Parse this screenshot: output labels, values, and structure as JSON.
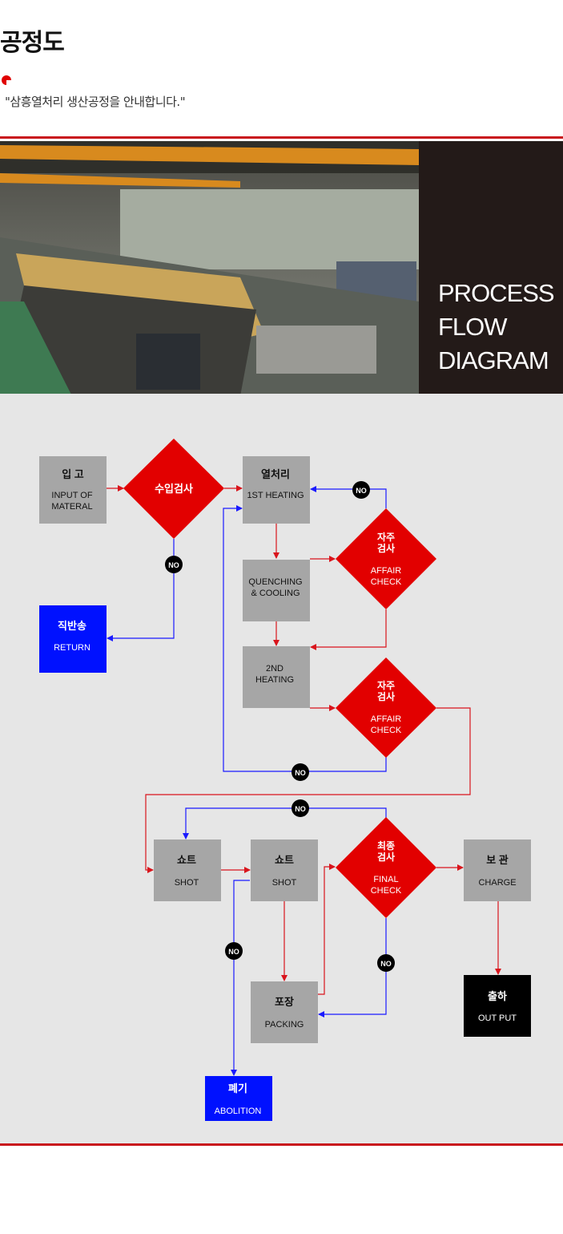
{
  "header": {
    "title": "공정도",
    "subtitle": "\"삼흥열처리 생산공정을 안내합니다.\""
  },
  "banner": {
    "lines": [
      "PROCESS",
      "FLOW",
      "DIAGRAM"
    ]
  },
  "colors": {
    "accent": "#c8141c",
    "diamond": "#e20000",
    "box_gray": "#a6a6a6",
    "box_blue": "#0011ff",
    "box_black": "#000000",
    "arrow_red": "#d9141c",
    "arrow_blue": "#1a1aff"
  },
  "flow": {
    "no_label": "NO",
    "nodes": {
      "input": {
        "kr": "입 고",
        "en1": "INPUT OF",
        "en2": "MATERAL"
      },
      "incoming_check": {
        "kr": "수입검사"
      },
      "return": {
        "kr": "직반송",
        "en": "RETURN"
      },
      "heating1": {
        "kr": "열처리",
        "en": "1ST HEATING"
      },
      "quench": {
        "en1": "QUENCHING",
        "en2": "& COOLING"
      },
      "affair1": {
        "kr1": "자주",
        "kr2": "검사",
        "en1": "AFFAIR",
        "en2": "CHECK"
      },
      "heating2": {
        "en1": "2ND",
        "en2": "HEATING"
      },
      "affair2": {
        "kr1": "자주",
        "kr2": "검사",
        "en1": "AFFAIR",
        "en2": "CHECK"
      },
      "shot1": {
        "kr": "쇼트",
        "en": "SHOT"
      },
      "shot2": {
        "kr": "쇼트",
        "en": "SHOT"
      },
      "final_check": {
        "kr1": "최종",
        "kr2": "검사",
        "en1": "FINAL",
        "en2": "CHECK"
      },
      "charge": {
        "kr": "보 관",
        "en": "CHARGE"
      },
      "packing": {
        "kr": "포장",
        "en": "PACKING"
      },
      "output": {
        "kr": "출하",
        "en": "OUT PUT"
      },
      "abolition": {
        "kr": "폐기",
        "en": "ABOLITION"
      }
    }
  }
}
